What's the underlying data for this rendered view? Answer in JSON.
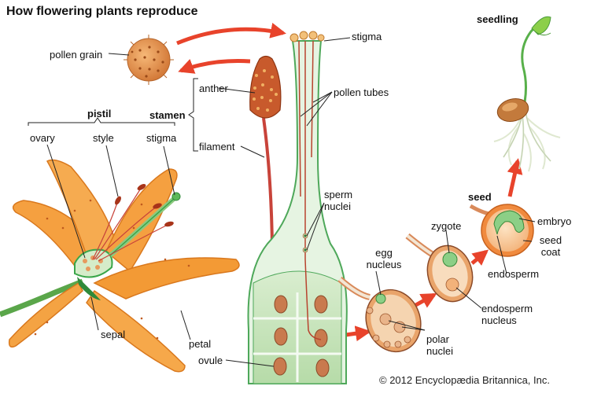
{
  "title": "How flowering plants reproduce",
  "labels": {
    "pollen_grain": "pollen grain",
    "stigma_top": "stigma",
    "anther": "anther",
    "stamen": "stamen",
    "filament": "filament",
    "pollen_tubes": "pollen tubes",
    "pistil": "pistil",
    "ovary": "ovary",
    "style": "style",
    "stigma_left": "stigma",
    "sperm": "sperm",
    "nuclei_sperm": "nuclei",
    "egg": "egg",
    "nucleus_egg": "nucleus",
    "zygote": "zygote",
    "seed": "seed",
    "embryo": "embryo",
    "seed_coat_1": "seed",
    "seed_coat_2": "coat",
    "endosperm": "endosperm",
    "endosperm_nucleus_1": "endosperm",
    "endosperm_nucleus_2": "nucleus",
    "polar_1": "polar",
    "polar_2": "nuclei",
    "sepal": "sepal",
    "petal": "petal",
    "ovule": "ovule",
    "seedling": "seedling"
  },
  "copyright": "© 2012 Encyclopædia Britannica, Inc.",
  "colors": {
    "arrow": "#e8432b",
    "petal": "#f5a040",
    "petal_edge": "#d9781d",
    "stem": "#3aa64a",
    "tube_wall": "#bfe3c1",
    "ovule": "#c97a4e",
    "seed_coat": "#e98a44",
    "root": "#dfe8d0",
    "leader": "#222222"
  }
}
